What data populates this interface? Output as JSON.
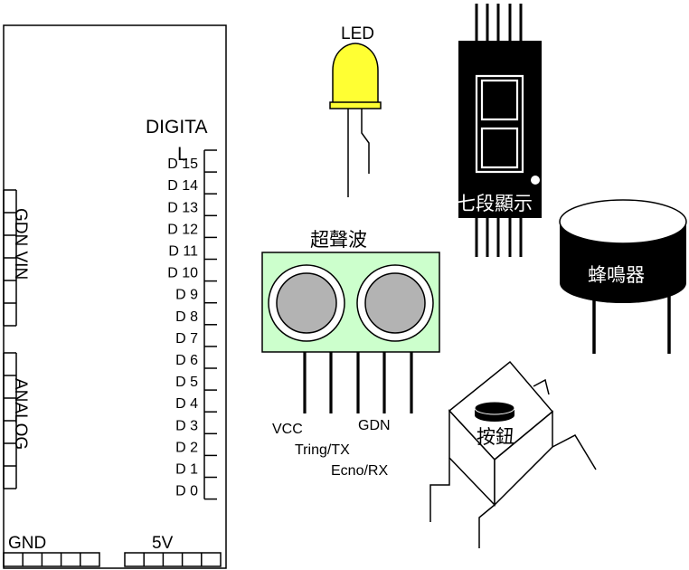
{
  "board": {
    "digital_label_line1": "DIGITA",
    "digital_label_line2": "L",
    "digital_pins": [
      "D 15",
      "D 14",
      "D 13",
      "D 12",
      "D 11",
      "D 10",
      "D 9",
      "D 8",
      "D 7",
      "D 6",
      "D 5",
      "D 4",
      "D 3",
      "D 2",
      "D 1",
      "D 0"
    ],
    "left_label_power": "GDN VIN",
    "left_label_analog": "ANALOG",
    "bottom_label_gnd": "GND",
    "bottom_label_5v": "5V"
  },
  "led": {
    "label": "LED",
    "color": "#ffff33"
  },
  "seven_segment": {
    "label": "七段顯示"
  },
  "ultrasonic": {
    "label": "超聲波",
    "board_color": "#ccffcc",
    "pins": [
      "VCC",
      "Tring/TX",
      "Ecno/RX",
      "GDN"
    ]
  },
  "buzzer": {
    "label": "蜂鳴器"
  },
  "button": {
    "label": "按鈕"
  },
  "colors": {
    "outline": "#000000",
    "sensor_eye": "#b3b3b3",
    "led_fill": "#ffff33",
    "ultrasonic_board": "#ccffcc"
  }
}
